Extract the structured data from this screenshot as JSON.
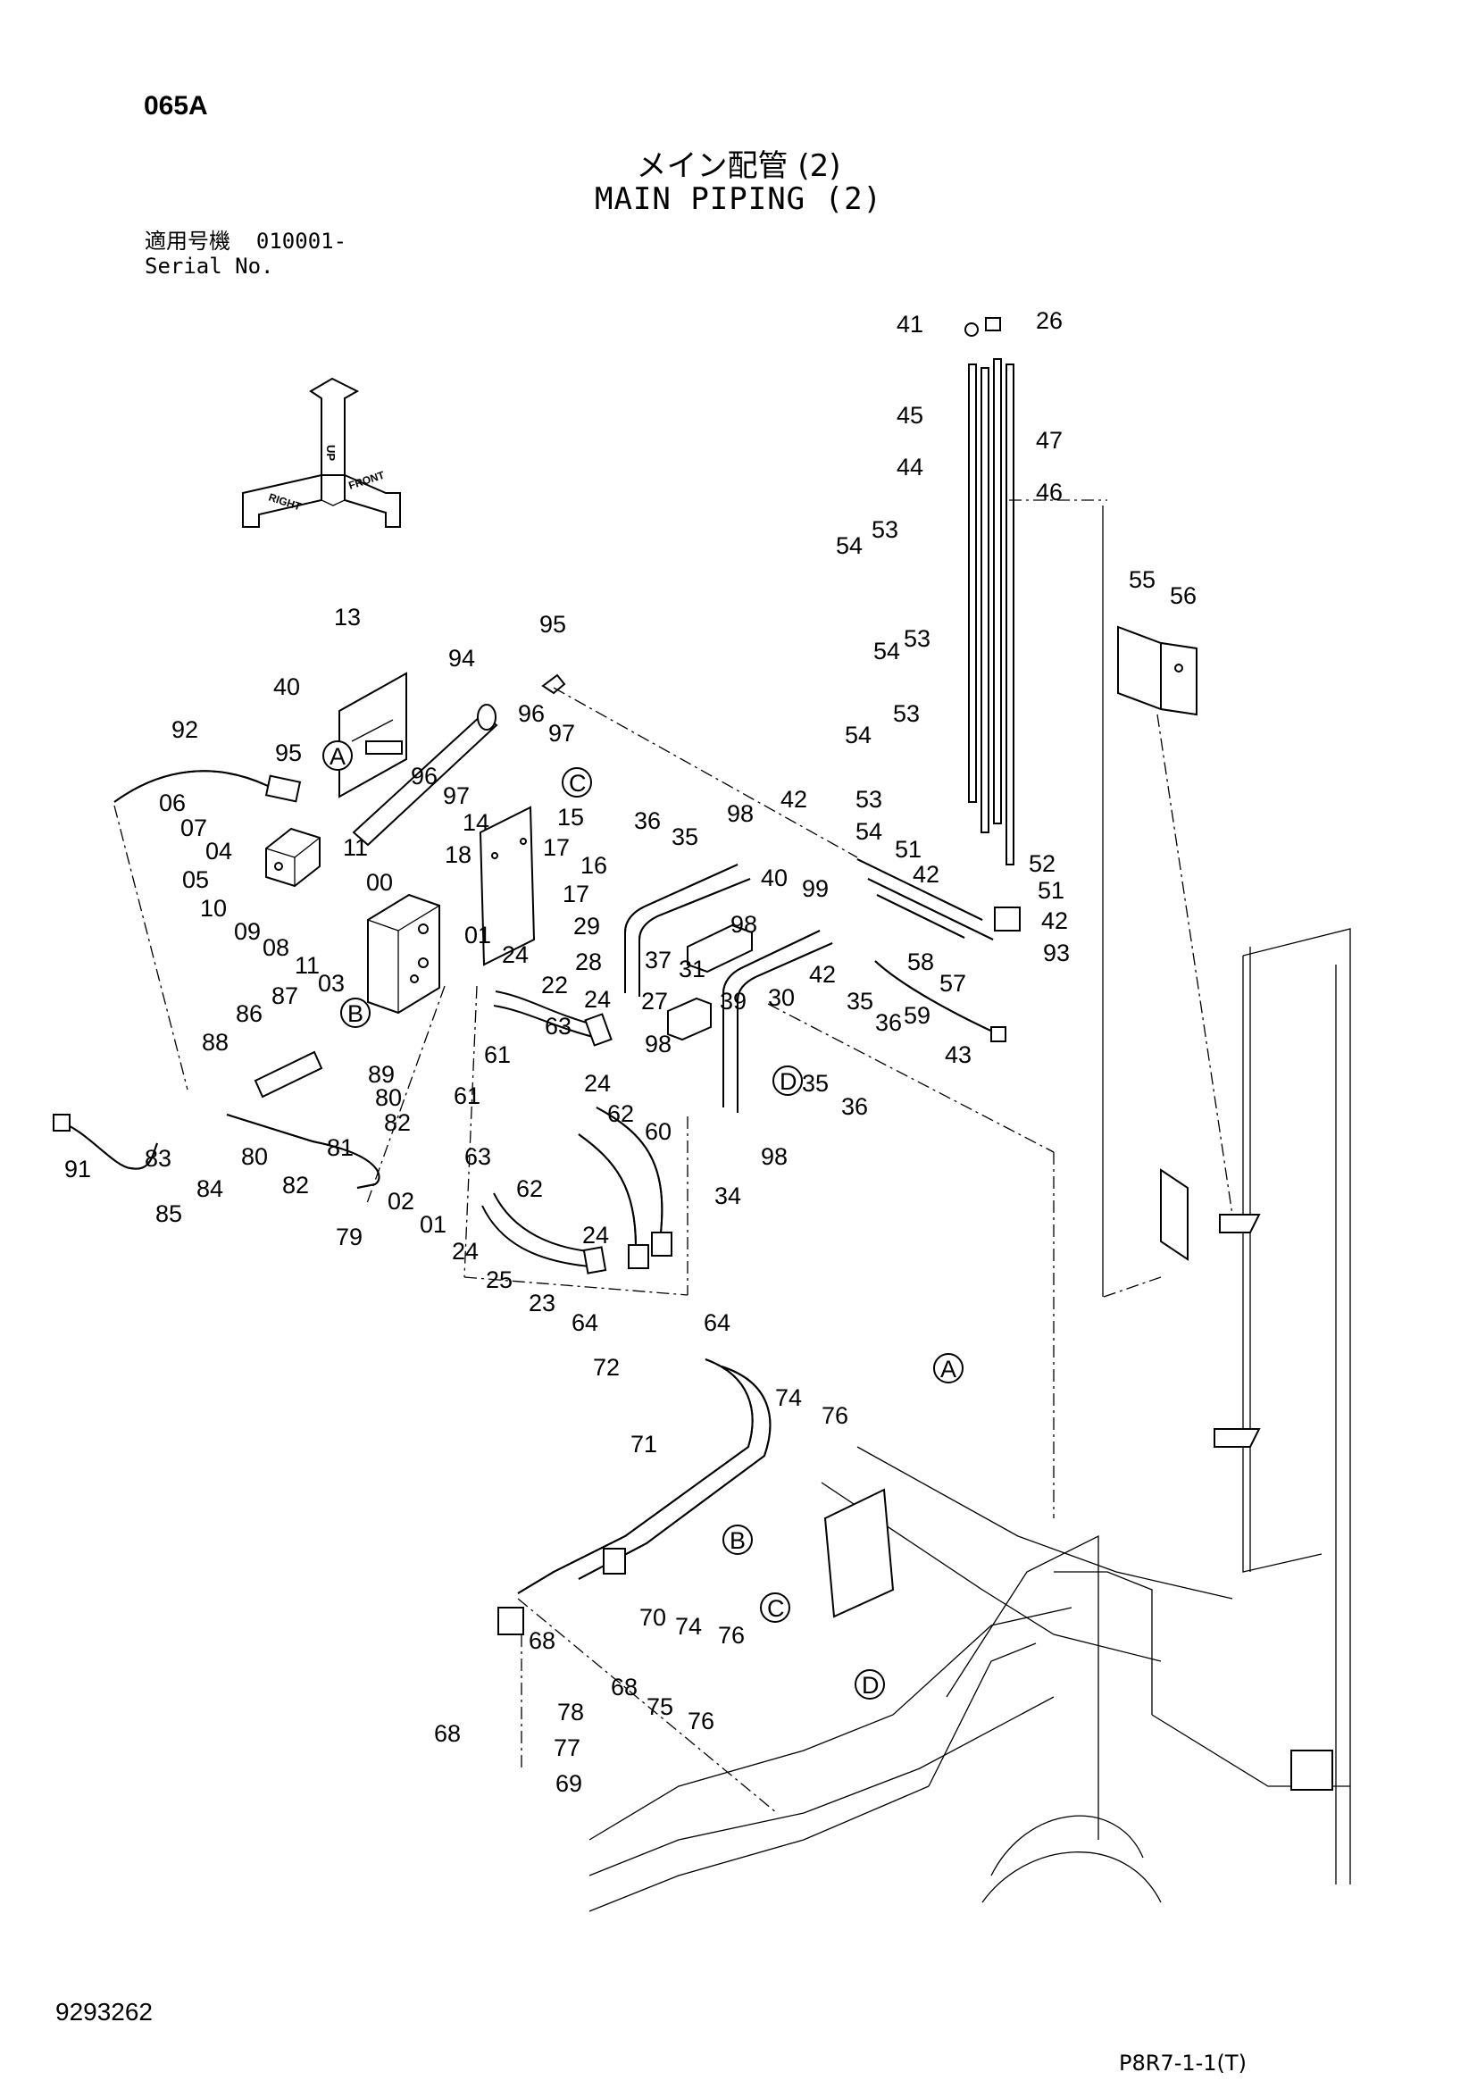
{
  "header": {
    "page_code": "065A",
    "title_jp": "メイン配管 (2)",
    "title_en": "MAIN PIPING (2)",
    "serial_label_jp": "適用号機",
    "serial_value": "010001-",
    "serial_label_en": "Serial No."
  },
  "orientation_badge": {
    "labels": [
      "UP",
      "RIGHT",
      "FRONT"
    ]
  },
  "reference_markers": [
    "A",
    "B",
    "C",
    "D"
  ],
  "callouts": [
    "00",
    "01",
    "02",
    "03",
    "04",
    "05",
    "06",
    "07",
    "08",
    "09",
    "10",
    "11",
    "13",
    "14",
    "15",
    "16",
    "17",
    "18",
    "22",
    "23",
    "24",
    "25",
    "26",
    "27",
    "28",
    "29",
    "30",
    "31",
    "34",
    "35",
    "36",
    "37",
    "39",
    "40",
    "41",
    "42",
    "43",
    "44",
    "45",
    "46",
    "47",
    "51",
    "52",
    "53",
    "54",
    "55",
    "56",
    "57",
    "58",
    "59",
    "60",
    "61",
    "62",
    "63",
    "64",
    "68",
    "69",
    "70",
    "71",
    "72",
    "74",
    "75",
    "76",
    "77",
    "78",
    "79",
    "80",
    "81",
    "82",
    "83",
    "84",
    "85",
    "86",
    "87",
    "88",
    "89",
    "91",
    "92",
    "93",
    "94",
    "95",
    "96",
    "97",
    "98",
    "99"
  ],
  "footer": {
    "doc_number": "9293262",
    "figure_ref": "P8R7-1-1(T)"
  }
}
